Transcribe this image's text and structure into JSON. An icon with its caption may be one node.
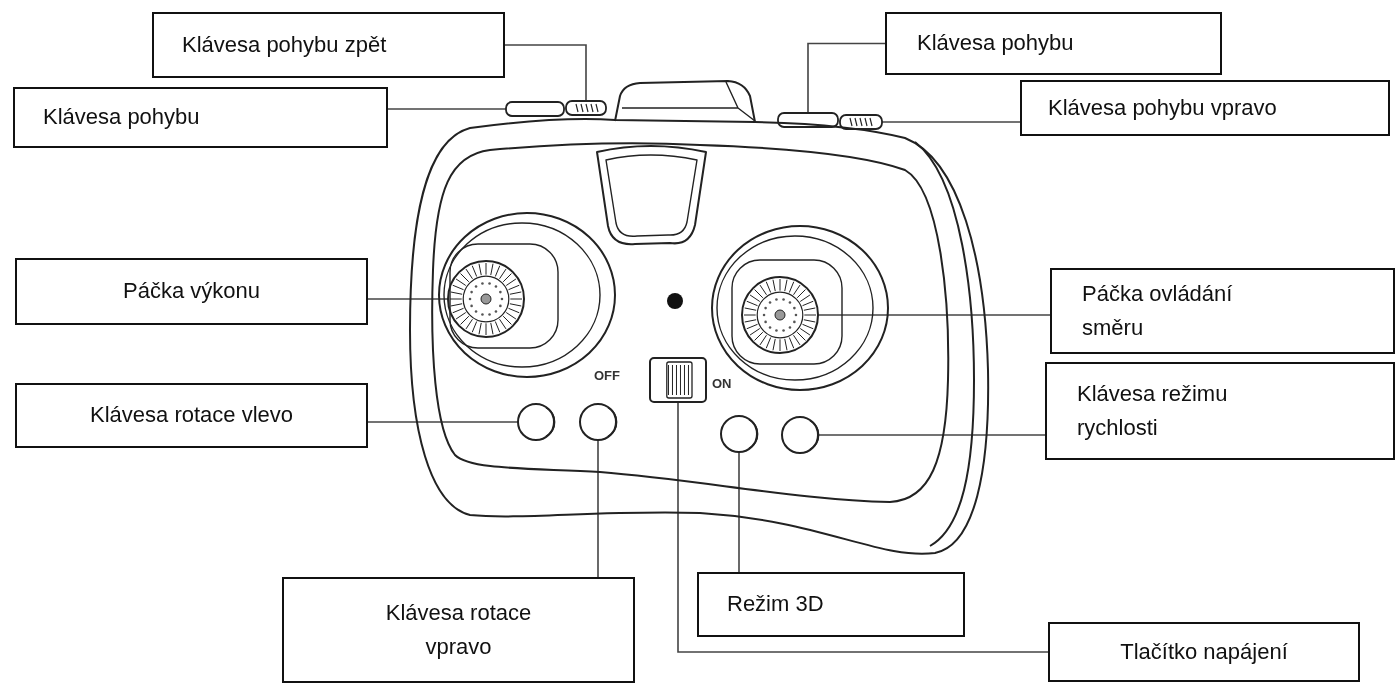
{
  "diagram": {
    "nodes": [
      {
        "text": [
          "Klávesa pohybu zpět"
        ]
      },
      {
        "text": [
          "Klávesa pohybu"
        ]
      },
      {
        "text": [
          "Klávesa pohybu"
        ]
      },
      {
        "text": [
          "Klávesa pohybu vpravo"
        ]
      },
      {
        "text": [
          "Páčka výkonu"
        ]
      },
      {
        "text": [
          "Páčka ovládání směru"
        ]
      },
      {
        "text": [
          "Klávesa rotace vlevo"
        ]
      },
      {
        "text": [
          "Klávesa režimu rychlosti"
        ]
      },
      {
        "text": [
          "Klávesa rotace vpravo"
        ]
      },
      {
        "text": [
          "Režim 3D"
        ]
      },
      {
        "text": [
          "Tlačítko napájení"
        ]
      },
      {
        "text": [],
        "shape": "bar"
      },
      {
        "text": [],
        "shape": "bar"
      },
      {
        "text": [],
        "shape": "bar"
      },
      {
        "text": [],
        "shape": "bar"
      },
      {
        "text": [],
        "shape": "circle"
      },
      {
        "text": [],
        "shape": "circle"
      },
      {
        "text": [],
        "shape": "box"
      },
      {
        "text": [],
        "shape": "circle"
      },
      {
        "text": [],
        "shape": "circle"
      },
      {
        "text": [],
        "shape": "circle"
      },
      {
        "text": [],
        "shape": "circle"
      }
    ],
    "edges": [
      {
        "from": 0,
        "to": 12,
        "arrow": "none"
      },
      {
        "from": 1,
        "to": 13,
        "arrow": "none"
      },
      {
        "from": 2,
        "to": 11,
        "arrow": "none"
      },
      {
        "from": 3,
        "to": 14,
        "arrow": "none"
      },
      {
        "from": 4,
        "to": 15,
        "arrow": "none"
      },
      {
        "from": 5,
        "to": 16,
        "arrow": "none"
      },
      {
        "from": 6,
        "to": 18,
        "arrow": "none"
      },
      {
        "from": 7,
        "to": 21,
        "arrow": "none"
      },
      {
        "from": 8,
        "to": 19,
        "arrow": "none"
      },
      {
        "from": 9,
        "to": 20,
        "arrow": "none"
      },
      {
        "from": 10,
        "to": 17,
        "arrow": "none"
      }
    ],
    "labels": [
      "OFF",
      "ON"
    ]
  }
}
